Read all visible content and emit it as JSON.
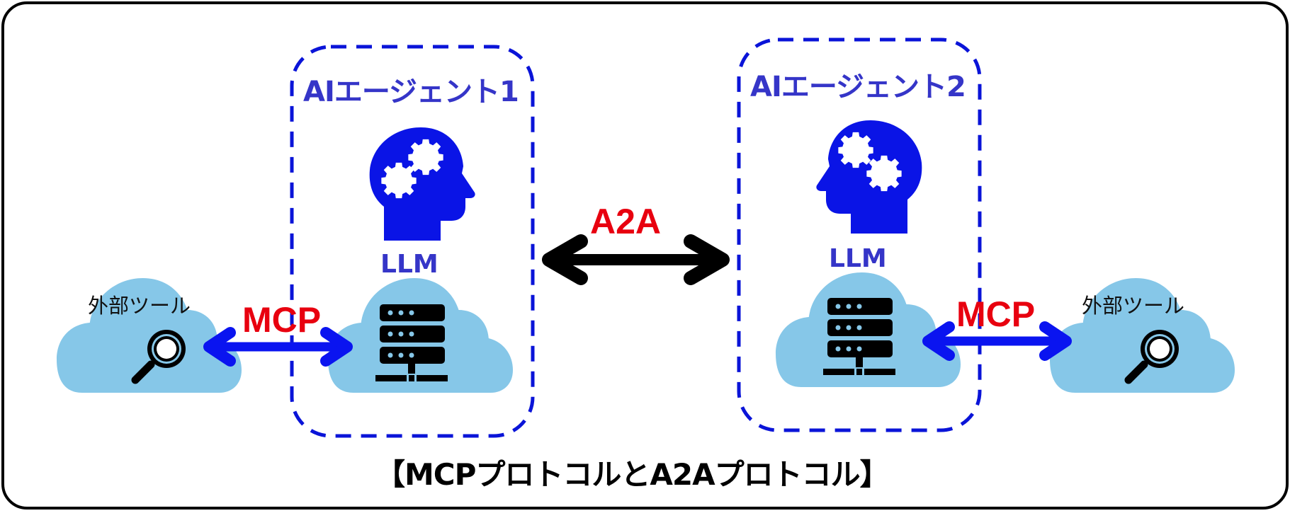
{
  "caption": "【MCPプロトコルとA2Aプロトコル】",
  "colors": {
    "agent_box": "#0a14d8",
    "agent_text": "#3535c8",
    "head_icon": "#0a14e6",
    "cloud": "#86c7e8",
    "mcp_arrow": "#0a14f0",
    "a2a_arrow": "#000000",
    "protocol_label": "#e8000f"
  },
  "agents": [
    {
      "title": "AIエージェント1",
      "model_label": "LLM",
      "icons": [
        "head-gears-icon",
        "server-cloud-icon"
      ]
    },
    {
      "title": "AIエージェント2",
      "model_label": "LLM",
      "icons": [
        "head-gears-icon",
        "server-cloud-icon"
      ]
    }
  ],
  "tools": [
    {
      "label": "外部ツール",
      "icon": "magnifier-cloud-icon"
    },
    {
      "label": "外部ツール",
      "icon": "magnifier-cloud-icon"
    }
  ],
  "connections": [
    {
      "label": "MCP",
      "from": "外部ツール",
      "to": "AIエージェント1",
      "direction": "bidirectional"
    },
    {
      "label": "A2A",
      "from": "AIエージェント1",
      "to": "AIエージェント2",
      "direction": "bidirectional"
    },
    {
      "label": "MCP",
      "from": "AIエージェント2",
      "to": "外部ツール",
      "direction": "bidirectional"
    }
  ]
}
